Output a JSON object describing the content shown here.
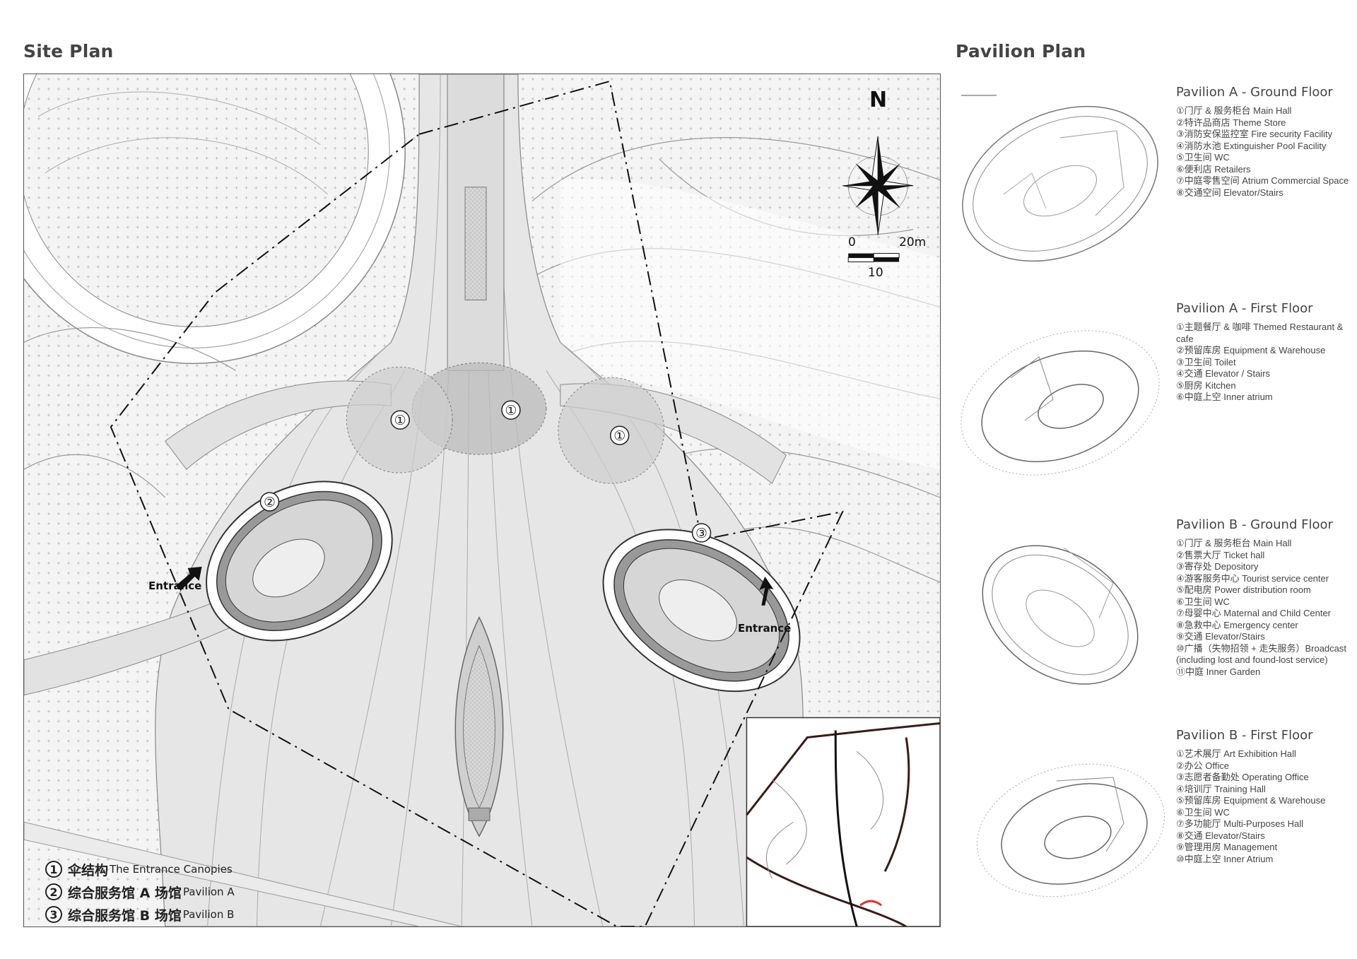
{
  "site_title": "Site Plan",
  "pavilion_title": "Pavilion Plan",
  "north_label": "N",
  "scale": {
    "zero": "0",
    "mid": "10",
    "max": "20m"
  },
  "canopy_marker": "①",
  "pavilion_a_marker": "②",
  "pavilion_b_marker": "③",
  "entrance_label": "Entrance",
  "legend": [
    {
      "num": "1",
      "cn": "伞结构",
      "en": "The Entrance Canopies"
    },
    {
      "num": "2",
      "cn": "综合服务馆 A 场馆",
      "en": "Pavilion A"
    },
    {
      "num": "3",
      "cn": "综合服务馆 B 场馆",
      "en": "Pavilion B"
    }
  ],
  "pavilions": [
    {
      "title": "Pavilion A - Ground Floor",
      "items": [
        "①门厅 & 服务柜台 Main Hall",
        "②特许品商店 Theme Store",
        "③消防安保监控室 Fire security Facility",
        "④消防水池 Extinguisher Pool Facility",
        "⑤卫生间 WC",
        "⑥便利店 Retailers",
        "⑦中庭零售空间 Atrium Commercial Space",
        "⑧交通空间 Elevator/Stairs"
      ]
    },
    {
      "title": "Pavilion A - First Floor",
      "items": [
        "①主题餐厅 & 咖啡 Themed Restaurant & cafe",
        "②预留库房 Equipment & Warehouse",
        "③卫生间 Toilet",
        "④交通 Elevator / Stairs",
        "⑤厨房 Kitchen",
        "⑥中庭上空 Inner atrium"
      ]
    },
    {
      "title": "Pavilion B - Ground Floor",
      "items": [
        "①门厅 & 服务柜台 Main Hall",
        "②售票大厅 Ticket hall",
        "③寄存处 Depository",
        "④游客服务中心 Tourist service center",
        "⑤配电房 Power distribution room",
        "⑥卫生间 WC",
        "⑦母婴中心 Maternal and Child Center",
        "⑧急救中心 Emergency center",
        "⑨交通 Elevator/Stairs",
        "⑩广播（失物招领 + 走失服务）Broadcast (including lost and found-lost service)",
        "⑪中庭 Inner Garden"
      ]
    },
    {
      "title": "Pavilion B - First Floor",
      "items": [
        "①艺术展厅 Art Exhibition Hall",
        "②办公 Office",
        "③志愿者备勤处 Operating Office",
        "④培训厅 Training Hall",
        "⑤预留库房 Equipment & Warehouse",
        "⑥卫生间 WC",
        "⑦多功能厅 Multi-Purposes Hall",
        "⑧交通 Elevator/Stairs",
        "⑨管理用房 Management",
        "⑩中庭上空 Inner Atrium"
      ]
    }
  ]
}
